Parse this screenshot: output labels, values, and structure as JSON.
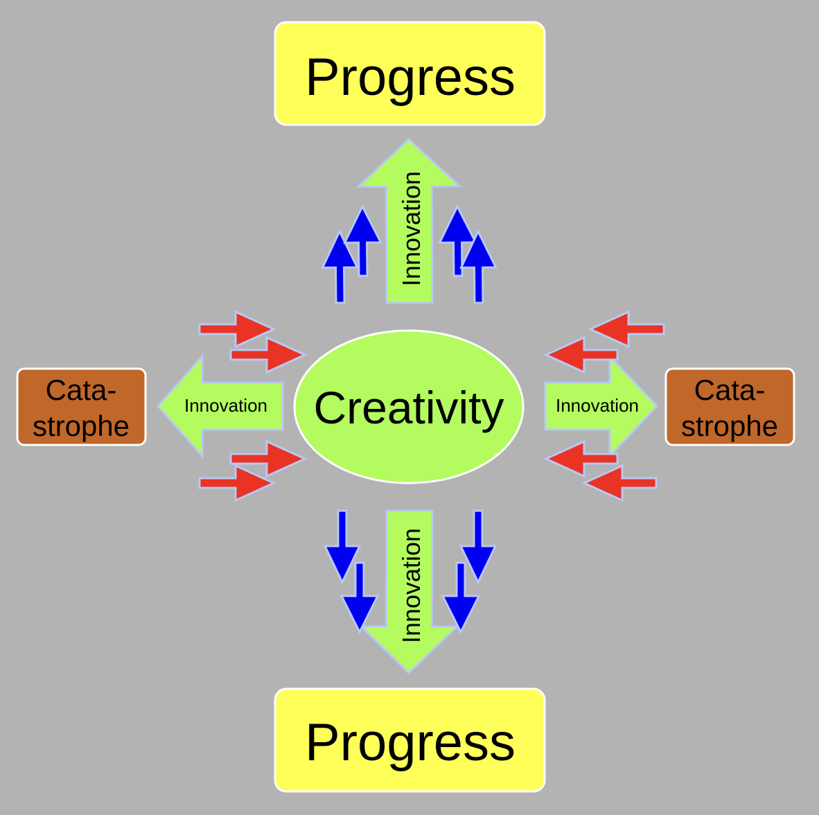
{
  "nodes": {
    "center": "Creativity",
    "top": "Progress",
    "bottom": "Progress",
    "left": [
      "Cata-",
      "strophe"
    ],
    "right": [
      "Cata-",
      "strophe"
    ]
  },
  "arrows": {
    "up": "Innovation",
    "down": "Innovation",
    "left": "Innovation",
    "right": "Innovation"
  },
  "colors": {
    "background": "#b3b3b3",
    "progress": "#ffff5a",
    "catastrophe": "#c0672a",
    "creativity": "#b3fb5f",
    "force_blue": "#0000f0",
    "force_red": "#e83325",
    "outline": "#b9c8f5"
  }
}
